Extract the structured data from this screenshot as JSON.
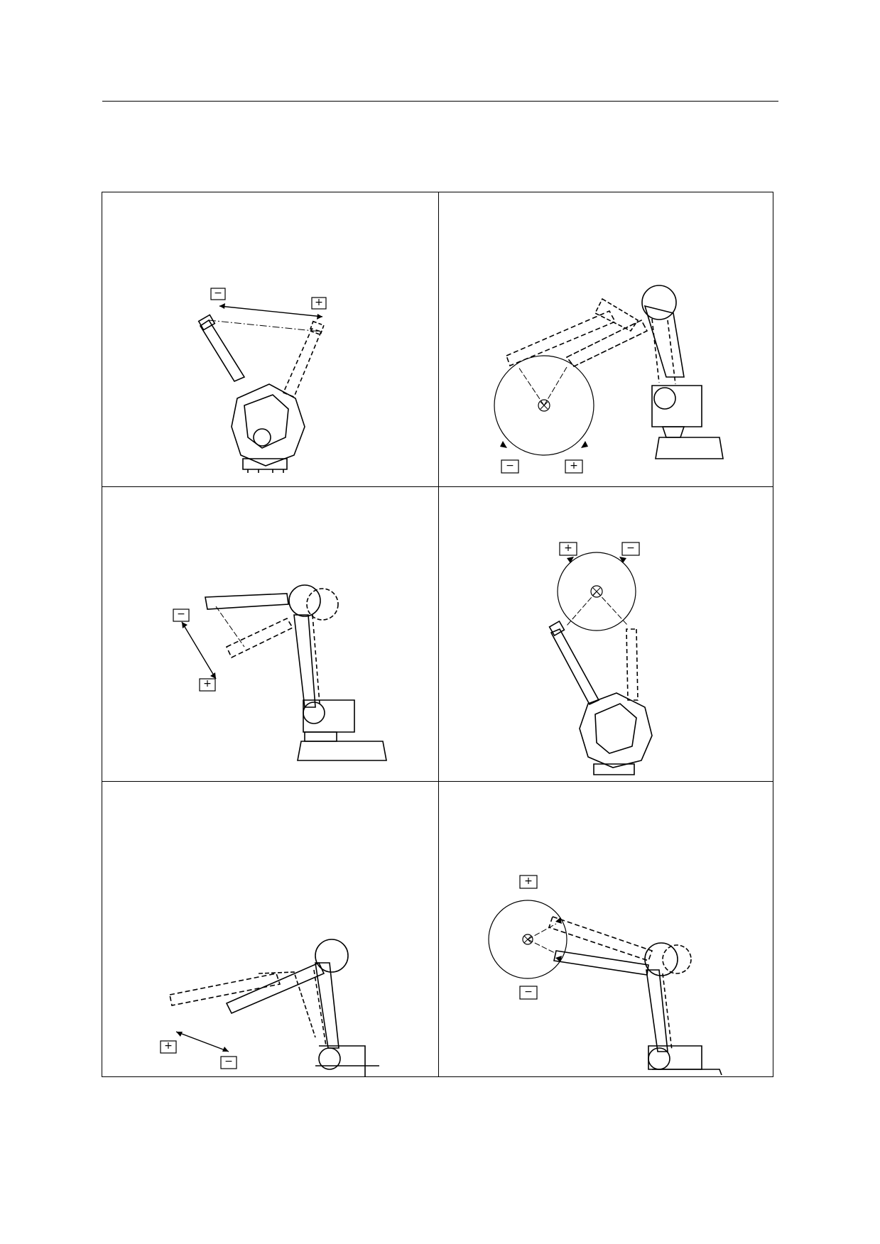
{
  "header": {
    "title": ""
  },
  "panels": [
    {
      "id": "panel-1",
      "plus": "+",
      "minus": "−"
    },
    {
      "id": "panel-2",
      "plus": "+",
      "minus": "−"
    },
    {
      "id": "panel-3",
      "plus": "+",
      "minus": "−"
    },
    {
      "id": "panel-4",
      "plus": "+",
      "minus": "−"
    },
    {
      "id": "panel-5",
      "plus": "+",
      "minus": "−"
    },
    {
      "id": "panel-6",
      "plus": "+",
      "minus": "−"
    }
  ]
}
